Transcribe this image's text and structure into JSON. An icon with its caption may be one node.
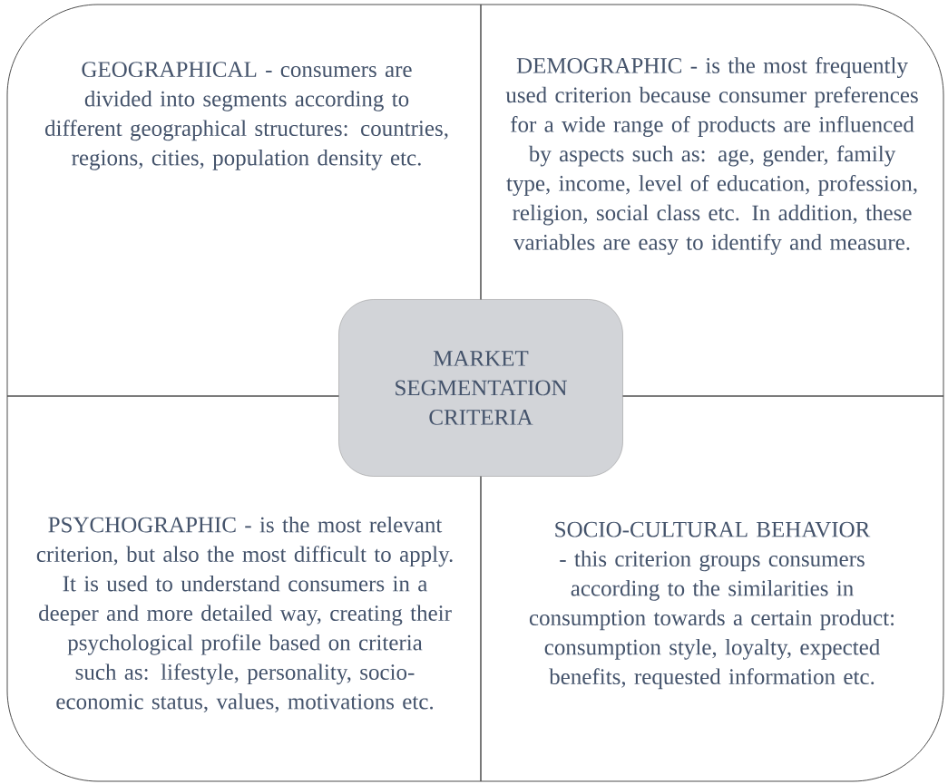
{
  "diagram": {
    "nodes": [
      {
        "text": [
          "GEOGRAPHICAL - consumers are divided into segments according to different geographical structures: countries, regions, cities, population density etc."
        ]
      },
      {
        "text": [
          "DEMOGRAPHIC - is the most frequently used criterion because consumer preferences for a wide range of products are influenced by aspects such as: age, gender, family type, income, level of education, profession, religion, social class etc. In addition, these variables are easy to identify and measure."
        ]
      },
      {
        "text": [
          "PSYCHOGRAPHIC - is the most relevant criterion, but also the most difficult to apply. It is used to understand consumers in a deeper and more detailed way, creating their psychological profile based on criteria such as: lifestyle, personality, socio-economic status, values, motivations etc."
        ]
      },
      {
        "text": [
          "SOCIO-CULTURAL BEHAVIOR - this criterion groups consumers according to the similarities in consumption towards a certain product: consumption style, loyalty, expected benefits, requested information etc."
        ]
      },
      {
        "text": [
          "MARKET SEGMENTATION CRITERIA"
        ]
      }
    ]
  }
}
